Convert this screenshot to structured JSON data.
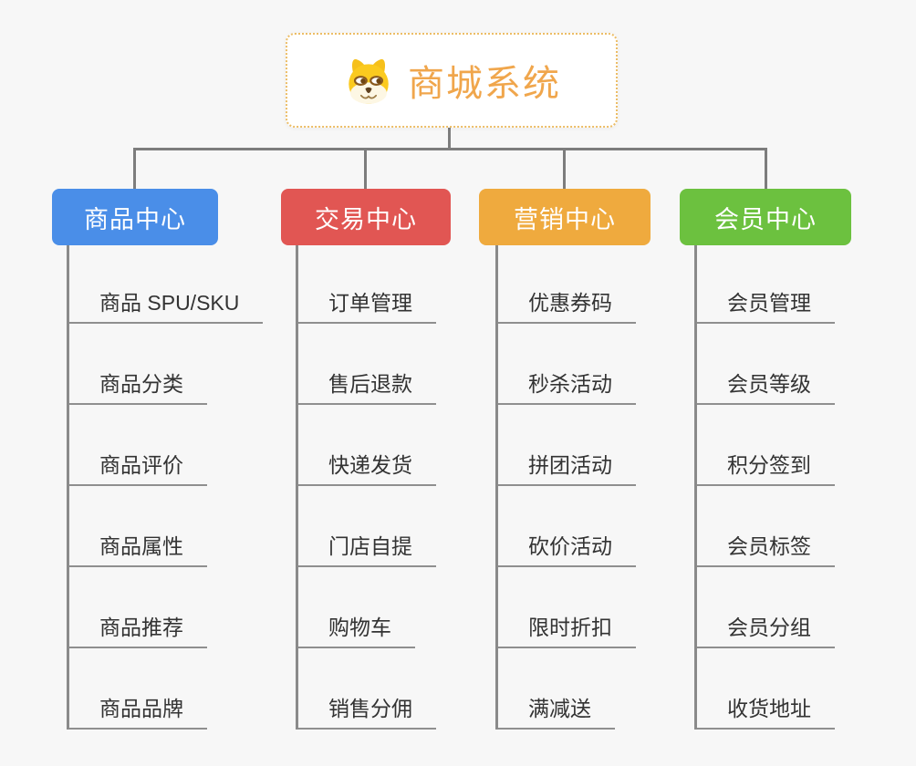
{
  "root": {
    "title": "商城系统",
    "title_color": "#f0a64c",
    "border_color": "#ecbd66",
    "icon": "doge-icon"
  },
  "branches": [
    {
      "label": "商品中心",
      "color": "#4a8ee8",
      "items": [
        "商品 SPU/SKU",
        "商品分类",
        "商品评价",
        "商品属性",
        "商品推荐",
        "商品品牌"
      ]
    },
    {
      "label": "交易中心",
      "color": "#e15653",
      "items": [
        "订单管理",
        "售后退款",
        "快递发货",
        "门店自提",
        "购物车",
        "销售分佣"
      ]
    },
    {
      "label": "营销中心",
      "color": "#efaa3e",
      "items": [
        "优惠券码",
        "秒杀活动",
        "拼团活动",
        "砍价活动",
        "限时折扣",
        "满减送"
      ]
    },
    {
      "label": "会员中心",
      "color": "#6cc13f",
      "items": [
        "会员管理",
        "会员等级",
        "积分签到",
        "会员标签",
        "会员分组",
        "收货地址"
      ]
    }
  ],
  "connector_color": "#7d7d7d",
  "underline_color": "#8f8f8f",
  "background_color": "#f7f7f7"
}
